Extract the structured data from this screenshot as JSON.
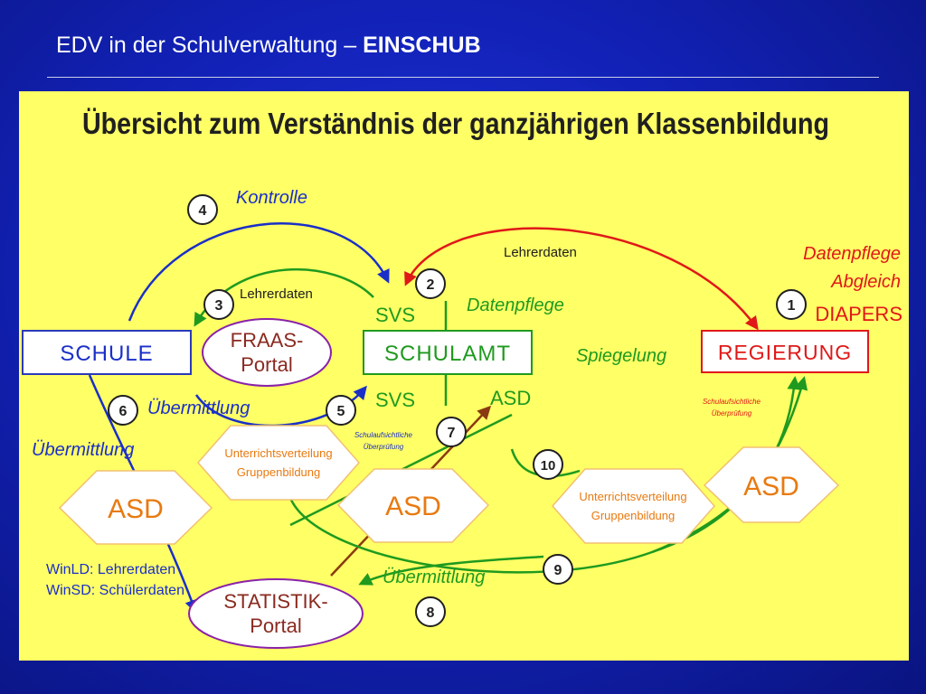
{
  "header": {
    "title_prefix": "EDV in der Schulverwaltung – ",
    "title_bold": "EINSCHUB"
  },
  "diagram": {
    "heading": "Übersicht zum Verständnis der ganzjährigen Klassenbildung",
    "nodes": {
      "schule": "SCHULE",
      "schulamt": "SCHULAMT",
      "regierung": "REGIERUNG",
      "fraas_line1": "FRAAS-",
      "fraas_line2": "Portal",
      "statistik_line1": "STATISTIK-",
      "statistik_line2": "Portal",
      "asd": "ASD",
      "uv_line1": "Unterrichtsverteilung",
      "uv_line2": "Gruppenbildung"
    },
    "labels": {
      "kontrolle": "Kontrolle",
      "lehrerdaten": "Lehrerdaten",
      "svs": "SVS",
      "datenpflege": "Datenpflege",
      "spiegelung": "Spiegelung",
      "asd": "ASD",
      "uebermittlung": "Übermittlung",
      "datenpflege_r": "Datenpflege",
      "abgleich": "Abgleich",
      "diapers": "DIAPERS",
      "schulaufsicht_line1": "Schulaufsichtliche",
      "schulaufsicht_line2": "Überprüfung",
      "winld": "WinLD: Lehrerdaten",
      "winsd": "WinSD: Schülerdaten"
    },
    "steps": [
      "1",
      "2",
      "3",
      "4",
      "5",
      "6",
      "7",
      "8",
      "9",
      "10"
    ],
    "colors": {
      "blue": "#1a2fc8",
      "green": "#1f9a1f",
      "red": "#e01818",
      "brown": "#8a3a10",
      "purple": "#8a22a8",
      "orange": "#e87a10",
      "panel": "#ffff66"
    }
  }
}
